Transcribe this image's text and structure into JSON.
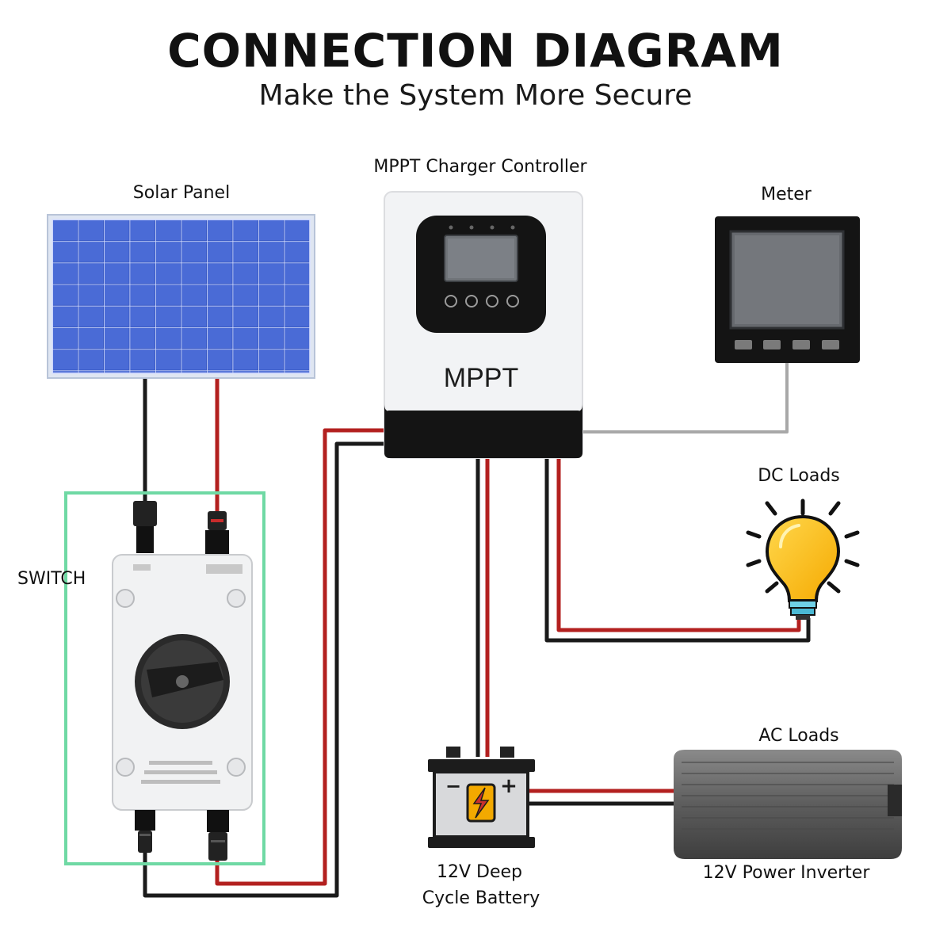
{
  "header": {
    "title": "CONNECTION DIAGRAM",
    "subtitle": "Make the System More Secure"
  },
  "components": {
    "solar_panel": "Solar Panel",
    "controller": "MPPT Charger Controller",
    "controller_brand": "MPPT",
    "meter": "Meter",
    "dc_loads": "DC Loads",
    "switch": "SWITCH",
    "battery_line1": "12V Deep",
    "battery_line2": "Cycle Battery",
    "ac_loads": "AC Loads",
    "inverter": "12V Power Inverter"
  },
  "battery_terminals": {
    "negative": "−",
    "positive": "+"
  },
  "colors": {
    "positive_wire": "#b3201f",
    "negative_wire": "#1a1a1a",
    "signal_wire": "#a8a8a8",
    "switch_frame": "#6fd9a4",
    "panel_blue": "#3451b8",
    "bulb_yellow": "#ffc21a"
  }
}
